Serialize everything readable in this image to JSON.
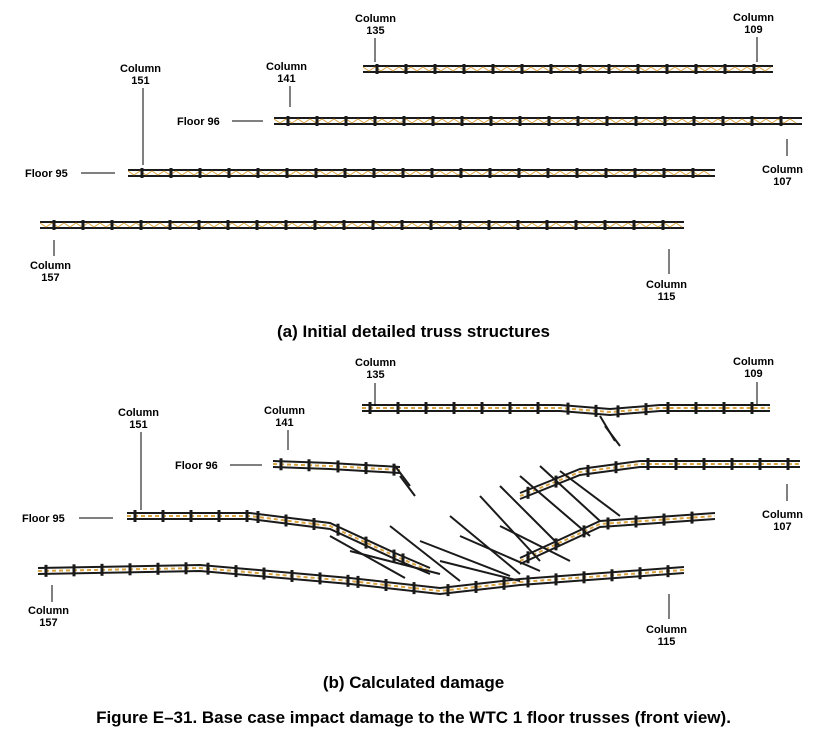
{
  "panel_a": {
    "caption": "(a) Initial detailed truss structures",
    "columns": {
      "c135": [
        "Column",
        "135"
      ],
      "c109": [
        "Column",
        "109"
      ],
      "c151": [
        "Column",
        "151"
      ],
      "c141": [
        "Column",
        "141"
      ],
      "c107": [
        "Column",
        "107"
      ],
      "c157": [
        "Column",
        "157"
      ],
      "c115": [
        "Column",
        "115"
      ]
    },
    "floors": {
      "f96": "Floor 96",
      "f95": "Floor 95"
    }
  },
  "panel_b": {
    "caption": "(b) Calculated damage",
    "columns": {
      "c135": [
        "Column",
        "135"
      ],
      "c109": [
        "Column",
        "109"
      ],
      "c151": [
        "Column",
        "151"
      ],
      "c141": [
        "Column",
        "141"
      ],
      "c107": [
        "Column",
        "107"
      ],
      "c157": [
        "Column",
        "157"
      ],
      "c115": [
        "Column",
        "115"
      ]
    },
    "floors": {
      "f96": "Floor 96",
      "f95": "Floor 95"
    }
  },
  "figure_caption": "Figure E–31.  Base case impact damage to the WTC 1 floor trusses (front view).",
  "colors": {
    "truss_dark": "#1a1a1a",
    "truss_web": "#d9a441",
    "background": "#ffffff"
  }
}
